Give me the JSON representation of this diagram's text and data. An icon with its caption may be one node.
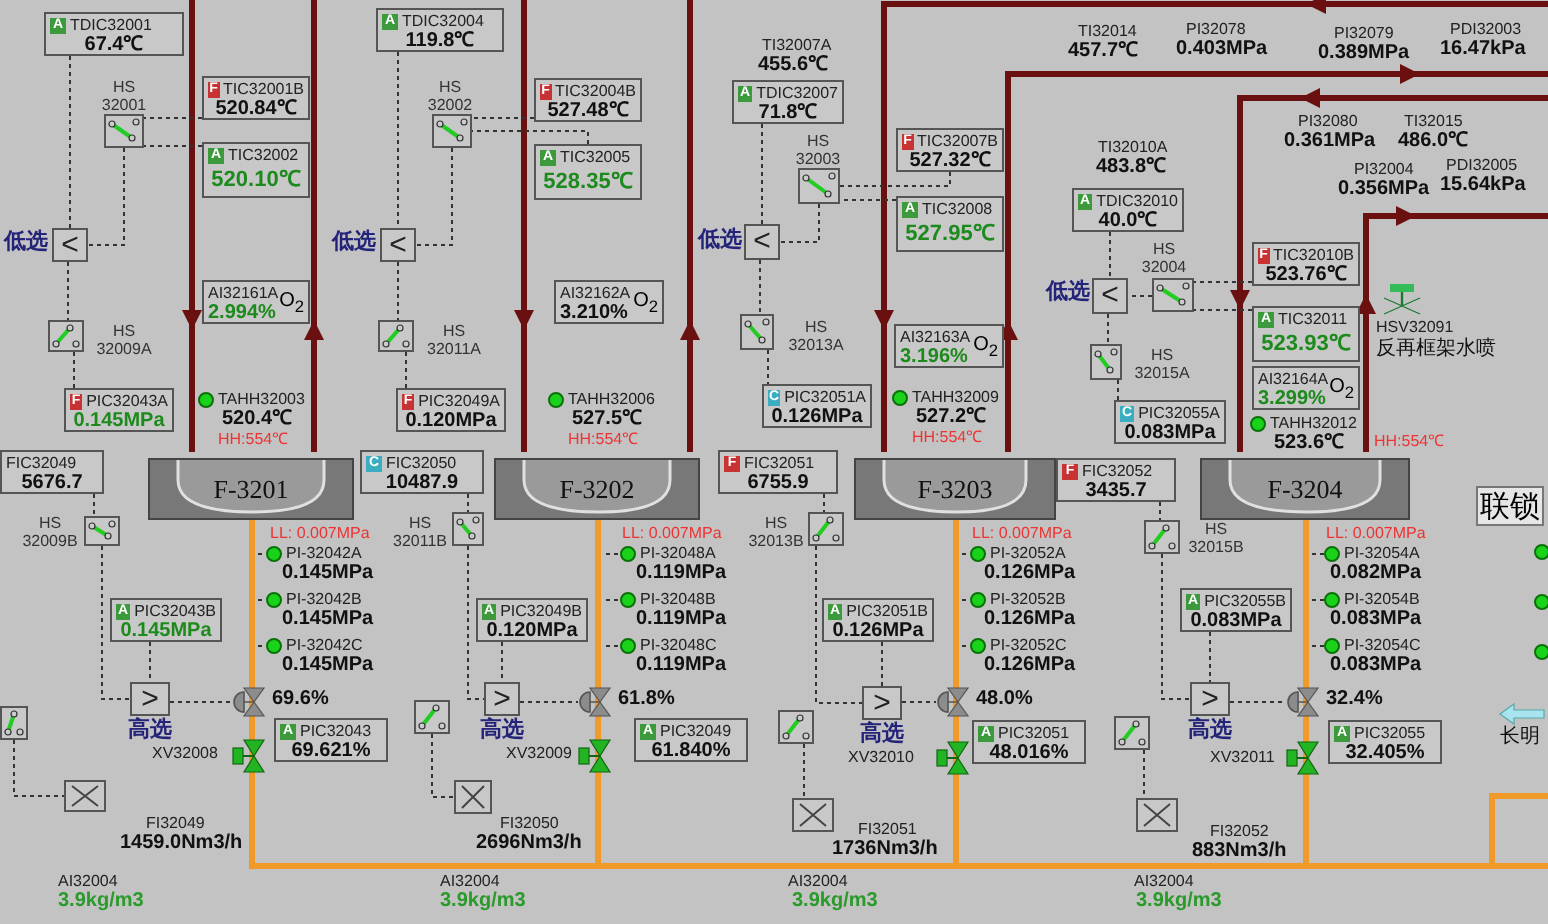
{
  "diagram": {
    "nodes": [
      {
        "text": [
          "A",
          "TDIC32001",
          "67.4℃"
        ]
      },
      {
        "text": [],
        "shape": "switch",
        "beside": [
          "HS 32001"
        ]
      },
      {
        "text": [
          "F",
          "TIC32001B",
          "520.84℃"
        ]
      },
      {
        "text": [
          "A",
          "TIC32002",
          "520.10℃"
        ]
      },
      {
        "text": [
          "<"
        ],
        "beside": [
          "低选"
        ]
      },
      {
        "text": [
          "AI32161A",
          "2.994%",
          "O$_{2}$"
        ]
      },
      {
        "text": [],
        "shape": "switch",
        "beside": [
          "HS 32009A"
        ]
      },
      {
        "text": [
          "F",
          "PIC32043A",
          "0.145MPa"
        ]
      },
      {
        "text": [
          "TAHH32003",
          "520.4℃",
          "HH:554℃"
        ]
      },
      {
        "text": [
          "FIC32049",
          "5676.7"
        ]
      },
      {
        "text": [
          "F-3201"
        ]
      },
      {
        "text": [],
        "shape": "switch",
        "beside": [
          "HS 32009B"
        ]
      },
      {
        "text": [
          "A",
          "PIC32043B",
          "0.145MPa"
        ]
      },
      {
        "text": [
          ">"
        ],
        "beside": [
          "高选"
        ]
      },
      {
        "text": [],
        "shape": "valve",
        "beside": [
          "69.6%"
        ]
      },
      {
        "text": [
          "A",
          "PIC32043",
          "69.621%"
        ]
      },
      {
        "text": [],
        "shape": "valve",
        "beside": [
          "XV32008"
        ]
      },
      {
        "text": [],
        "shape": "switch"
      },
      {
        "text": [],
        "shape": "box"
      },
      {
        "text": [
          "A",
          "TDIC32004",
          "119.8℃"
        ]
      },
      {
        "text": [],
        "shape": "switch",
        "beside": [
          "HS 32002"
        ]
      },
      {
        "text": [
          "F",
          "TIC32004B",
          "527.48℃"
        ]
      },
      {
        "text": [
          "A",
          "TIC32005",
          "528.35℃"
        ]
      },
      {
        "text": [
          "<"
        ],
        "beside": [
          "低选"
        ]
      },
      {
        "text": [
          "AI32162A",
          "3.210%",
          "O$_{2}$"
        ]
      },
      {
        "text": [],
        "shape": "switch",
        "beside": [
          "HS 32011A"
        ]
      },
      {
        "text": [
          "F",
          "PIC32049A",
          "0.120MPa"
        ]
      },
      {
        "text": [
          "TAHH32006",
          "527.5℃",
          "HH:554℃"
        ]
      },
      {
        "text": [
          "C",
          "FIC32050",
          "10487.9"
        ]
      },
      {
        "text": [
          "F-3202"
        ]
      },
      {
        "text": [],
        "shape": "switch",
        "beside": [
          "HS 32011B"
        ]
      },
      {
        "text": [
          "A",
          "PIC32049B",
          "0.120MPa"
        ]
      },
      {
        "text": [
          ">"
        ],
        "beside": [
          "高选"
        ]
      },
      {
        "text": [],
        "shape": "valve",
        "beside": [
          "61.8%"
        ]
      },
      {
        "text": [
          "A",
          "PIC32049",
          "61.840%"
        ]
      },
      {
        "text": [],
        "shape": "valve",
        "beside": [
          "XV32009"
        ]
      },
      {
        "text": [],
        "shape": "switch"
      },
      {
        "text": [],
        "shape": "box"
      },
      {
        "text": [
          "A",
          "TDIC32007",
          "71.8℃"
        ]
      },
      {
        "text": [],
        "shape": "switch",
        "beside": [
          "HS 32003"
        ]
      },
      {
        "text": [
          "F",
          "TIC32007B",
          "527.32℃"
        ]
      },
      {
        "text": [
          "A",
          "TIC32008",
          "527.95℃"
        ]
      },
      {
        "text": [
          "<"
        ],
        "beside": [
          "低选"
        ]
      },
      {
        "text": [
          "AI32163A",
          "3.196%",
          "O$_{2}$"
        ]
      },
      {
        "text": [],
        "shape": "switch",
        "beside": [
          "HS 32013A"
        ]
      },
      {
        "text": [
          "C",
          "PIC32051A",
          "0.126MPa"
        ]
      },
      {
        "text": [
          "TAHH32009",
          "527.2℃",
          "HH:554℃"
        ]
      },
      {
        "text": [
          "F",
          "FIC32051",
          "6755.9"
        ]
      },
      {
        "text": [
          "F-3203"
        ]
      },
      {
        "text": [],
        "shape": "switch",
        "beside": [
          "HS 32013B"
        ]
      },
      {
        "text": [
          "A",
          "PIC32051B",
          "0.126MPa"
        ]
      },
      {
        "text": [
          ">"
        ],
        "beside": [
          "高选"
        ]
      },
      {
        "text": [],
        "shape": "valve",
        "beside": [
          "48.0%"
        ]
      },
      {
        "text": [
          "A",
          "PIC32051",
          "48.016%"
        ]
      },
      {
        "text": [],
        "shape": "valve",
        "beside": [
          "XV32010"
        ]
      },
      {
        "text": [],
        "shape": "switch"
      },
      {
        "text": [],
        "shape": "box"
      },
      {
        "text": [
          "A",
          "TDIC32010",
          "40.0℃"
        ]
      },
      {
        "text": [],
        "shape": "switch",
        "beside": [
          "HS 32004"
        ]
      },
      {
        "text": [
          "<"
        ],
        "beside": [
          "低选"
        ]
      },
      {
        "text": [
          "F",
          "TIC32010B",
          "523.76℃"
        ]
      },
      {
        "text": [
          "A",
          "TIC32011",
          "523.93℃"
        ]
      },
      {
        "text": [],
        "shape": "switch",
        "beside": [
          "HS 32015A"
        ]
      },
      {
        "text": [
          "AI32164A",
          "3.299%",
          "O$_{2}$"
        ]
      },
      {
        "text": [
          "C",
          "PIC32055A",
          "0.083MPa"
        ]
      },
      {
        "text": [
          "TAHH32012",
          "523.6℃",
          "HH:554℃"
        ]
      },
      {
        "text": [
          "F",
          "FIC32052",
          "3435.7"
        ]
      },
      {
        "text": [
          "F-3204"
        ]
      },
      {
        "text": [],
        "shape": "valve",
        "beside": [
          "HSV32091",
          "反再框架水喷"
        ]
      },
      {
        "text": [
          "联锁"
        ]
      },
      {
        "text": [],
        "shape": "switch",
        "beside": [
          "HS 32015B"
        ]
      },
      {
        "text": [
          "A",
          "PIC32055B",
          "0.083MPa"
        ]
      },
      {
        "text": [
          ">"
        ],
        "beside": [
          "高选"
        ]
      },
      {
        "text": [],
        "shape": "valve",
        "beside": [
          "32.4%"
        ]
      },
      {
        "text": [
          "A",
          "PIC32055",
          "32.405%"
        ]
      },
      {
        "text": [],
        "shape": "valve",
        "beside": [
          "XV32011"
        ]
      },
      {
        "text": [],
        "shape": "switch"
      },
      {
        "text": [],
        "shape": "box"
      }
    ],
    "edges": [
      {
        "from": 0,
        "to": 4,
        "arrow": "none",
        "style": "dashed"
      },
      {
        "from": 2,
        "to": 1,
        "arrow": "none",
        "style": "dashed"
      },
      {
        "from": 3,
        "to": 1,
        "arrow": "none",
        "style": "dashed"
      },
      {
        "from": 1,
        "to": 4,
        "arrow": "none",
        "style": "dashed"
      },
      {
        "from": 4,
        "to": 6,
        "arrow": "none",
        "style": "dashed"
      },
      {
        "from": 6,
        "to": 7,
        "arrow": "none",
        "style": "dashed"
      },
      {
        "from": 9,
        "to": 11,
        "arrow": "none",
        "style": "dashed"
      },
      {
        "from": 11,
        "to": 13,
        "arrow": "none",
        "style": "dashed"
      },
      {
        "from": 12,
        "to": 13,
        "arrow": "none",
        "style": "dashed"
      },
      {
        "from": 13,
        "to": 14,
        "arrow": "none",
        "style": "dashed"
      },
      {
        "from": 17,
        "to": 18,
        "arrow": "none",
        "style": "dashed"
      },
      {
        "from": 19,
        "to": 23,
        "arrow": "none",
        "style": "dashed"
      },
      {
        "from": 21,
        "to": 20,
        "arrow": "none",
        "style": "dashed"
      },
      {
        "from": 22,
        "to": 20,
        "arrow": "none",
        "style": "dashed"
      },
      {
        "from": 20,
        "to": 23,
        "arrow": "none",
        "style": "dashed"
      },
      {
        "from": 23,
        "to": 25,
        "arrow": "none",
        "style": "dashed"
      },
      {
        "from": 25,
        "to": 26,
        "arrow": "none",
        "style": "dashed"
      },
      {
        "from": 28,
        "to": 30,
        "arrow": "none",
        "style": "dashed"
      },
      {
        "from": 30,
        "to": 32,
        "arrow": "none",
        "style": "dashed"
      },
      {
        "from": 31,
        "to": 32,
        "arrow": "none",
        "style": "dashed"
      },
      {
        "from": 32,
        "to": 33,
        "arrow": "none",
        "style": "dashed"
      },
      {
        "from": 36,
        "to": 37,
        "arrow": "none",
        "style": "dashed"
      },
      {
        "from": 38,
        "to": 42,
        "arrow": "none",
        "style": "dashed"
      },
      {
        "from": 40,
        "to": 39,
        "arrow": "none",
        "style": "dashed"
      },
      {
        "from": 41,
        "to": 39,
        "arrow": "none",
        "style": "dashed"
      },
      {
        "from": 39,
        "to": 42,
        "arrow": "none",
        "style": "dashed"
      },
      {
        "from": 42,
        "to": 44,
        "arrow": "none",
        "style": "dashed"
      },
      {
        "from": 44,
        "to": 45,
        "arrow": "none",
        "style": "dashed"
      },
      {
        "from": 47,
        "to": 49,
        "arrow": "none",
        "style": "dashed"
      },
      {
        "from": 49,
        "to": 51,
        "arrow": "none",
        "style": "dashed"
      },
      {
        "from": 50,
        "to": 51,
        "arrow": "none",
        "style": "dashed"
      },
      {
        "from": 51,
        "to": 52,
        "arrow": "none",
        "style": "dashed"
      },
      {
        "from": 55,
        "to": 56,
        "arrow": "none",
        "style": "dashed"
      },
      {
        "from": 57,
        "to": 59,
        "arrow": "none",
        "style": "dashed"
      },
      {
        "from": 60,
        "to": 58,
        "arrow": "none",
        "style": "dashed"
      },
      {
        "from": 61,
        "to": 58,
        "arrow": "none",
        "style": "dashed"
      },
      {
        "from": 58,
        "to": 59,
        "arrow": "none",
        "style": "dashed"
      },
      {
        "from": 59,
        "to": 62,
        "arrow": "none",
        "style": "dashed"
      },
      {
        "from": 62,
        "to": 64,
        "arrow": "none",
        "style": "dashed"
      },
      {
        "from": 66,
        "to": 70,
        "arrow": "none",
        "style": "dashed"
      },
      {
        "from": 70,
        "to": 72,
        "arrow": "none",
        "style": "dashed"
      },
      {
        "from": 71,
        "to": 72,
        "arrow": "none",
        "style": "dashed"
      },
      {
        "from": 72,
        "to": 73,
        "arrow": "none",
        "style": "dashed"
      },
      {
        "from": 76,
        "to": 77,
        "arrow": "none",
        "style": "dashed"
      },
      {
        "from": 10,
        "to": 67,
        "arrow": "none",
        "style": "thick",
        "color": "#f09a2a"
      },
      {
        "from": 29,
        "to": 67,
        "arrow": "none",
        "style": "thick",
        "color": "#f09a2a"
      },
      {
        "from": 48,
        "to": 67,
        "arrow": "none",
        "style": "thick",
        "color": "#f09a2a"
      }
    ],
    "labels": [
      "LL: 0.007MPa",
      "PI-32042A",
      "0.145MPa",
      "PI-32042B",
      "0.145MPa",
      "PI-32042C",
      "0.145MPa",
      "FI32049",
      "1459.0Nm3/h",
      "AI32004",
      "3.9kg/m3",
      "LL: 0.007MPa",
      "PI-32048A",
      "0.119MPa",
      "PI-32048B",
      "0.119MPa",
      "PI-32048C",
      "0.119MPa",
      "FI32050",
      "2696Nm3/h",
      "AI32004",
      "3.9kg/m3",
      "TI32007A",
      "455.6℃",
      "LL: 0.007MPa",
      "PI-32052A",
      "0.126MPa",
      "PI-32052B",
      "0.126MPa",
      "PI-32052C",
      "0.126MPa",
      "FI32051",
      "1736Nm3/h",
      "AI32004",
      "3.9kg/m3",
      "TI32014",
      "457.7℃",
      "PI32078",
      "0.403MPa",
      "PI32079",
      "0.389MPa",
      "PDI32003",
      "16.47kPa",
      "PI32080",
      "0.361MPa",
      "TI32015",
      "486.0℃",
      "TI32010A",
      "483.8℃",
      "PI32004",
      "0.356MPa",
      "PDI32005",
      "15.64kPa",
      "LL: 0.007MPa",
      "PI-32054A",
      "0.082MPa",
      "PI-32054B",
      "0.083MPa",
      "PI-32054C",
      "0.083MPa",
      "FI32052",
      "883Nm3/h",
      "AI32004",
      "3.9kg/m3",
      "长明"
    ]
  }
}
